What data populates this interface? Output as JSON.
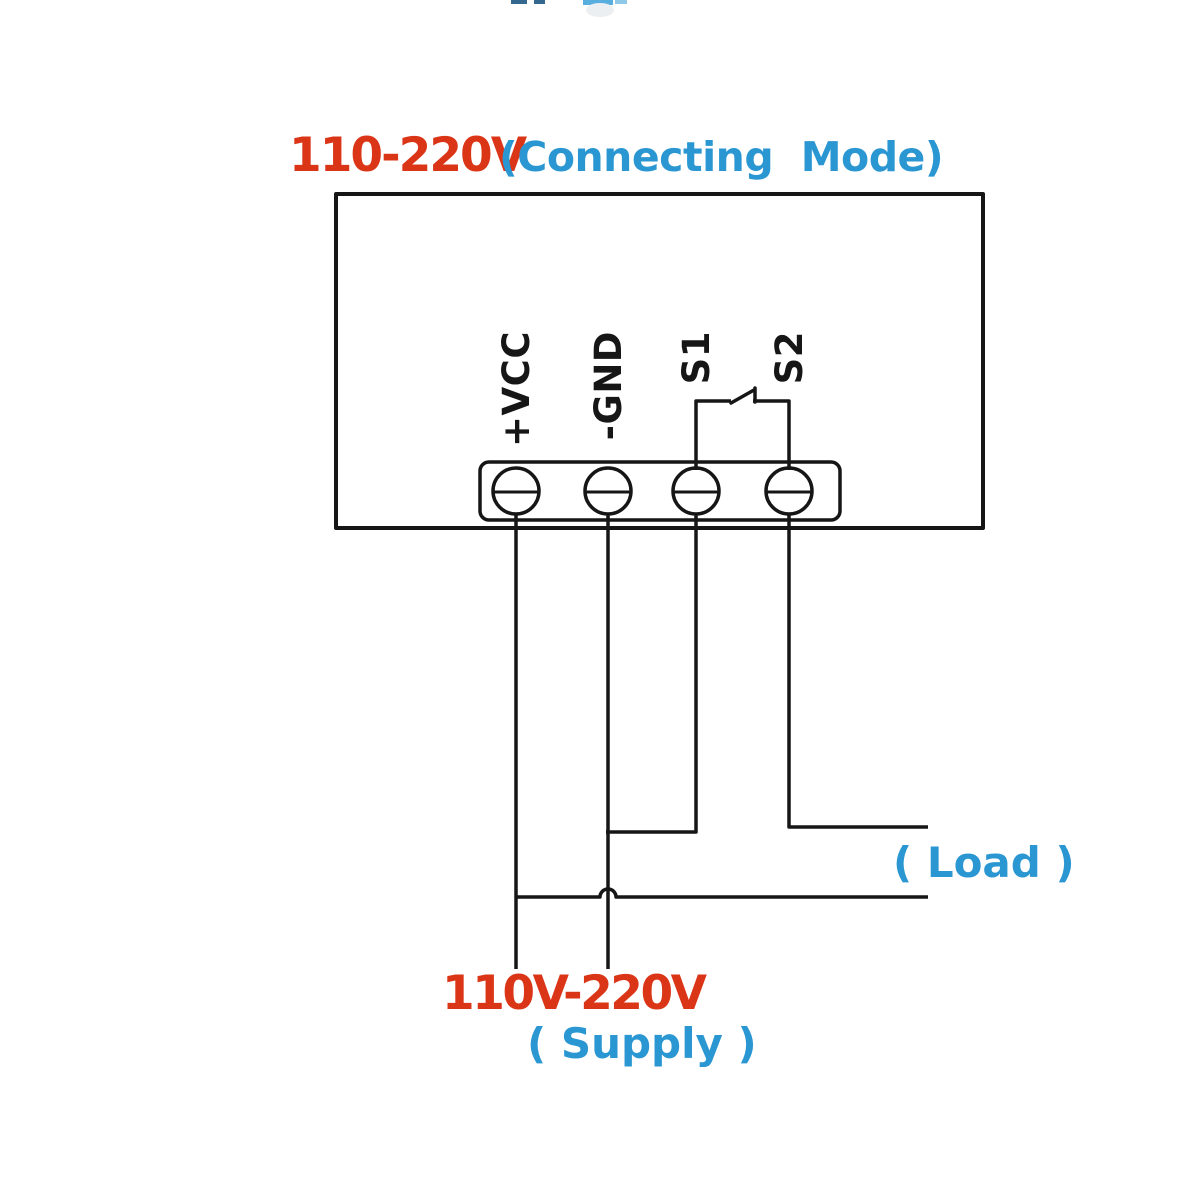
{
  "title": {
    "voltage_range": "110-220V",
    "mode": "(Connecting  Mode)"
  },
  "terminal_block": {
    "terminals": [
      {
        "label": "+VCC"
      },
      {
        "label": "-GND"
      },
      {
        "label": "S1"
      },
      {
        "label": "S2"
      }
    ],
    "switch_symbol": "normally-open contact between S1 and S2"
  },
  "annotations": {
    "load": "( Load )",
    "supply_voltage": "110V-220V",
    "supply": "( Supply )"
  },
  "colors": {
    "accent_red": "#db3517",
    "accent_blue": "#2b97d2",
    "line": "#161616",
    "background": "#ffffff"
  }
}
